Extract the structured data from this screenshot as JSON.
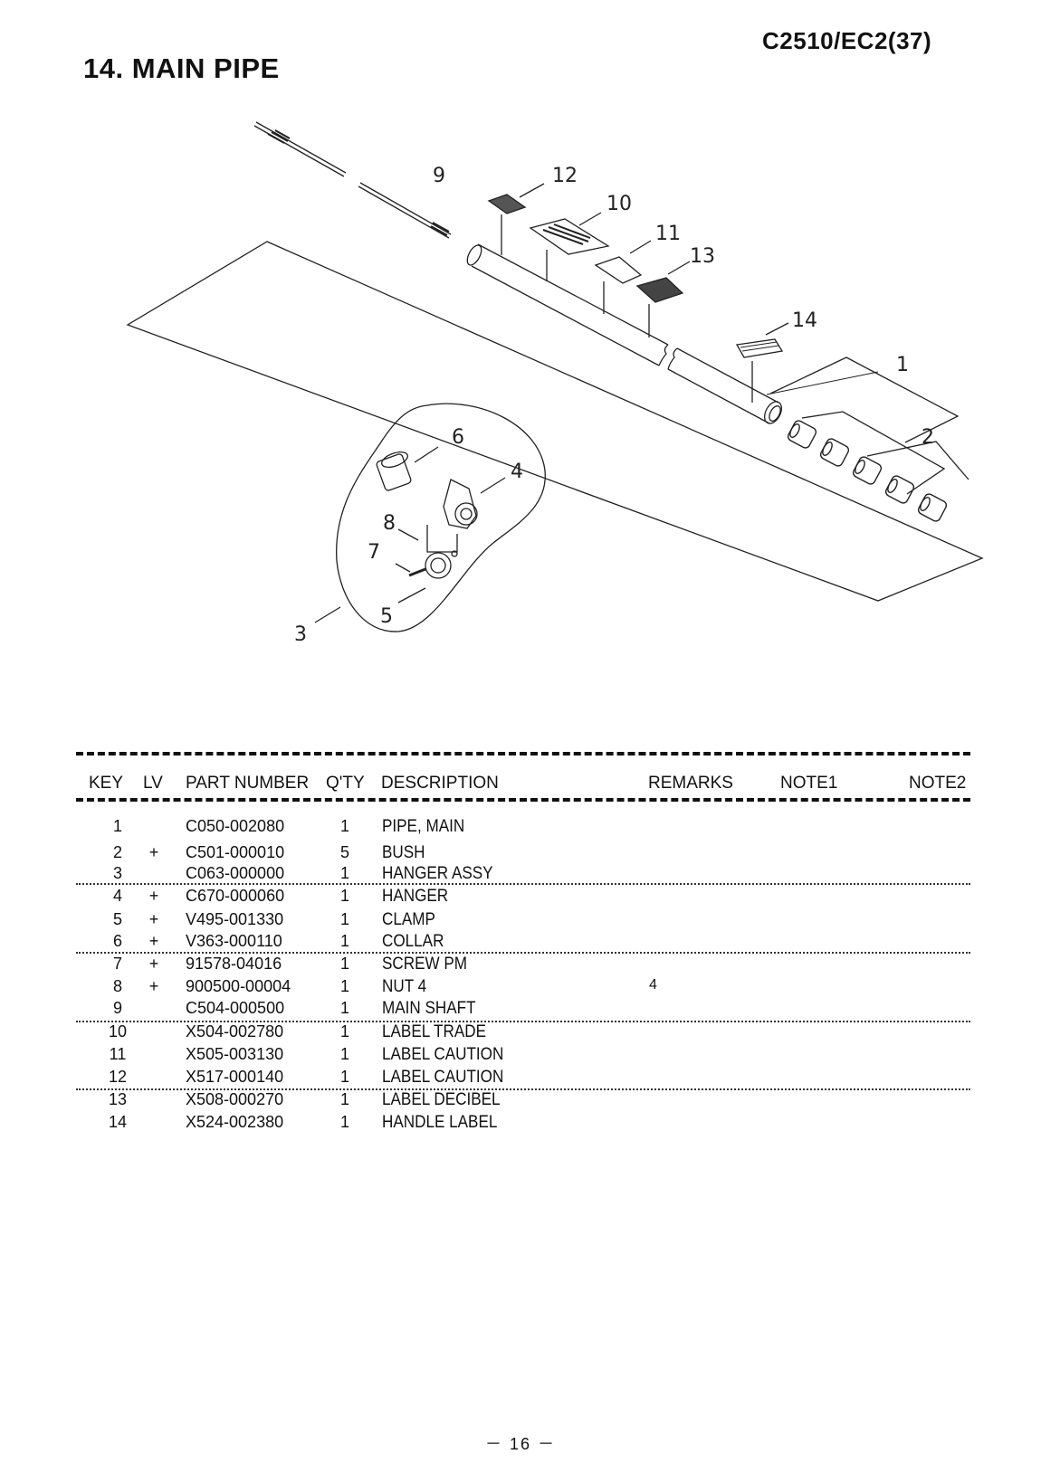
{
  "header": {
    "model": "C2510/EC2(37)",
    "title": "14. MAIN PIPE"
  },
  "diagram": {
    "callouts": [
      "1",
      "2",
      "3",
      "4",
      "5",
      "6",
      "7",
      "8",
      "9",
      "10",
      "11",
      "12",
      "13",
      "14"
    ]
  },
  "table": {
    "columns": {
      "key": "KEY",
      "lv": "LV",
      "part_number": "PART NUMBER",
      "qty": "Q'TY",
      "description": "DESCRIPTION",
      "remarks": "REMARKS",
      "note1": "NOTE1",
      "note2": "NOTE2"
    },
    "rows": [
      {
        "key": "1",
        "lv": "",
        "part_number": "C050-002080",
        "qty": "1",
        "description": "PIPE, MAIN",
        "remarks": ""
      },
      {
        "key": "2",
        "lv": "+",
        "part_number": "C501-000010",
        "qty": "5",
        "description": "BUSH",
        "remarks": ""
      },
      {
        "key": "3",
        "lv": "",
        "part_number": "C063-000000",
        "qty": "1",
        "description": "HANGER ASSY",
        "remarks": ""
      },
      {
        "key": "4",
        "lv": "+",
        "part_number": "C670-000060",
        "qty": "1",
        "description": "HANGER",
        "remarks": ""
      },
      {
        "key": "5",
        "lv": "+",
        "part_number": "V495-001330",
        "qty": "1",
        "description": "CLAMP",
        "remarks": ""
      },
      {
        "key": "6",
        "lv": "+",
        "part_number": "V363-000110",
        "qty": "1",
        "description": "COLLAR",
        "remarks": ""
      },
      {
        "key": "7",
        "lv": "+",
        "part_number": "91578-04016",
        "qty": "1",
        "description": "SCREW PM",
        "remarks": ""
      },
      {
        "key": "8",
        "lv": "+",
        "part_number": "900500-00004",
        "qty": "1",
        "description": "NUT  4",
        "remarks": "4"
      },
      {
        "key": "9",
        "lv": "",
        "part_number": "C504-000500",
        "qty": "1",
        "description": "MAIN SHAFT",
        "remarks": ""
      },
      {
        "key": "10",
        "lv": "",
        "part_number": "X504-002780",
        "qty": "1",
        "description": "LABEL TRADE",
        "remarks": ""
      },
      {
        "key": "11",
        "lv": "",
        "part_number": "X505-003130",
        "qty": "1",
        "description": "LABEL CAUTION",
        "remarks": ""
      },
      {
        "key": "12",
        "lv": "",
        "part_number": "X517-000140",
        "qty": "1",
        "description": "LABEL CAUTION",
        "remarks": ""
      },
      {
        "key": "13",
        "lv": "",
        "part_number": "X508-000270",
        "qty": "1",
        "description": "LABEL DECIBEL",
        "remarks": ""
      },
      {
        "key": "14",
        "lv": "",
        "part_number": "X524-002380",
        "qty": "1",
        "description": "HANDLE LABEL",
        "remarks": ""
      }
    ]
  },
  "footer": {
    "page": "－ 16 －"
  }
}
